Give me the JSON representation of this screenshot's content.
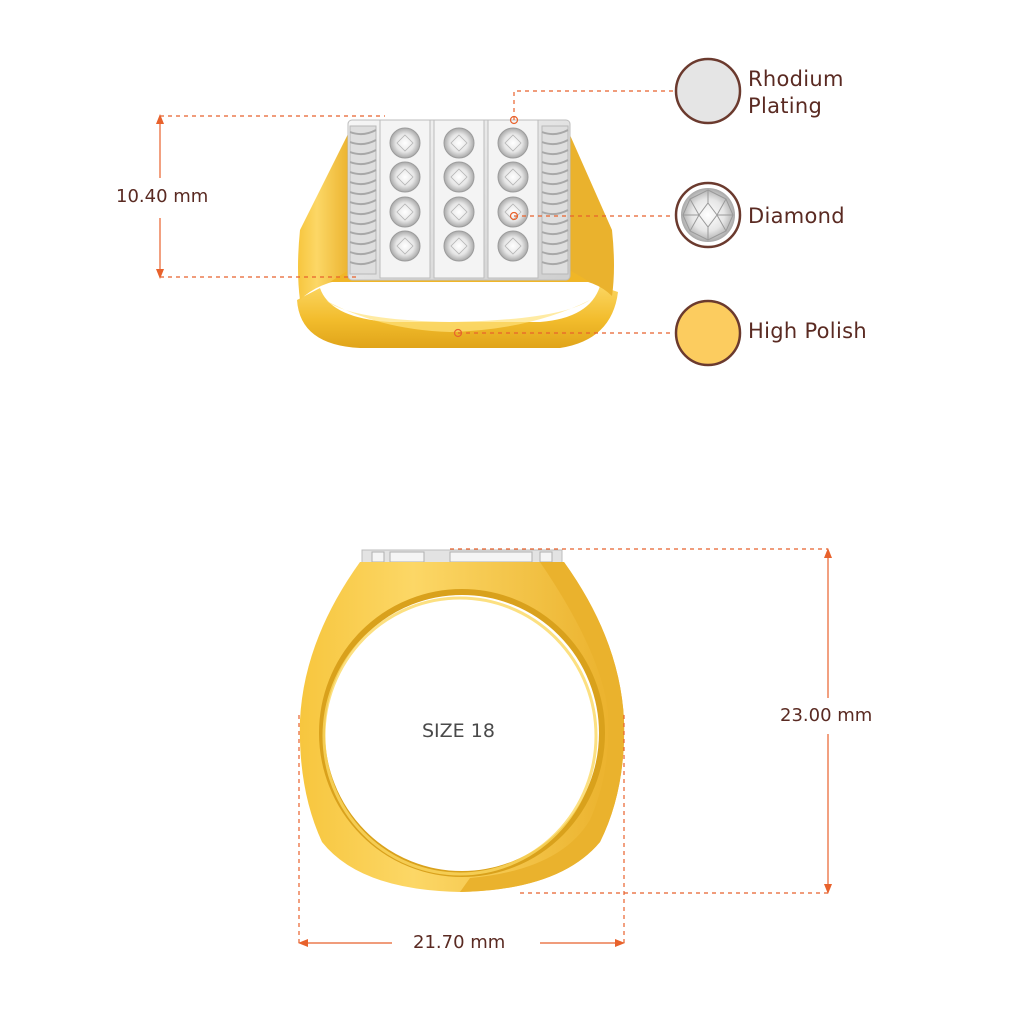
{
  "features": [
    {
      "label": "Rhodium\nPlating",
      "swatch": "#e5e5e5"
    },
    {
      "label": "Diamond",
      "swatch": "diamond"
    },
    {
      "label": "High Polish",
      "swatch": "#fccc5f"
    }
  ],
  "dimensions": {
    "height_top": "10.40 mm",
    "height_front": "23.00 mm",
    "width_front": "21.70 mm",
    "ring_size": "SIZE 18"
  },
  "colors": {
    "accent": "#e8622c",
    "text": "#5a2a22",
    "swatch_outline": "#6b3a2e",
    "gold": "#f5c43d",
    "gold_dark": "#e0a51b",
    "rhodium": "#e9e9e9"
  }
}
